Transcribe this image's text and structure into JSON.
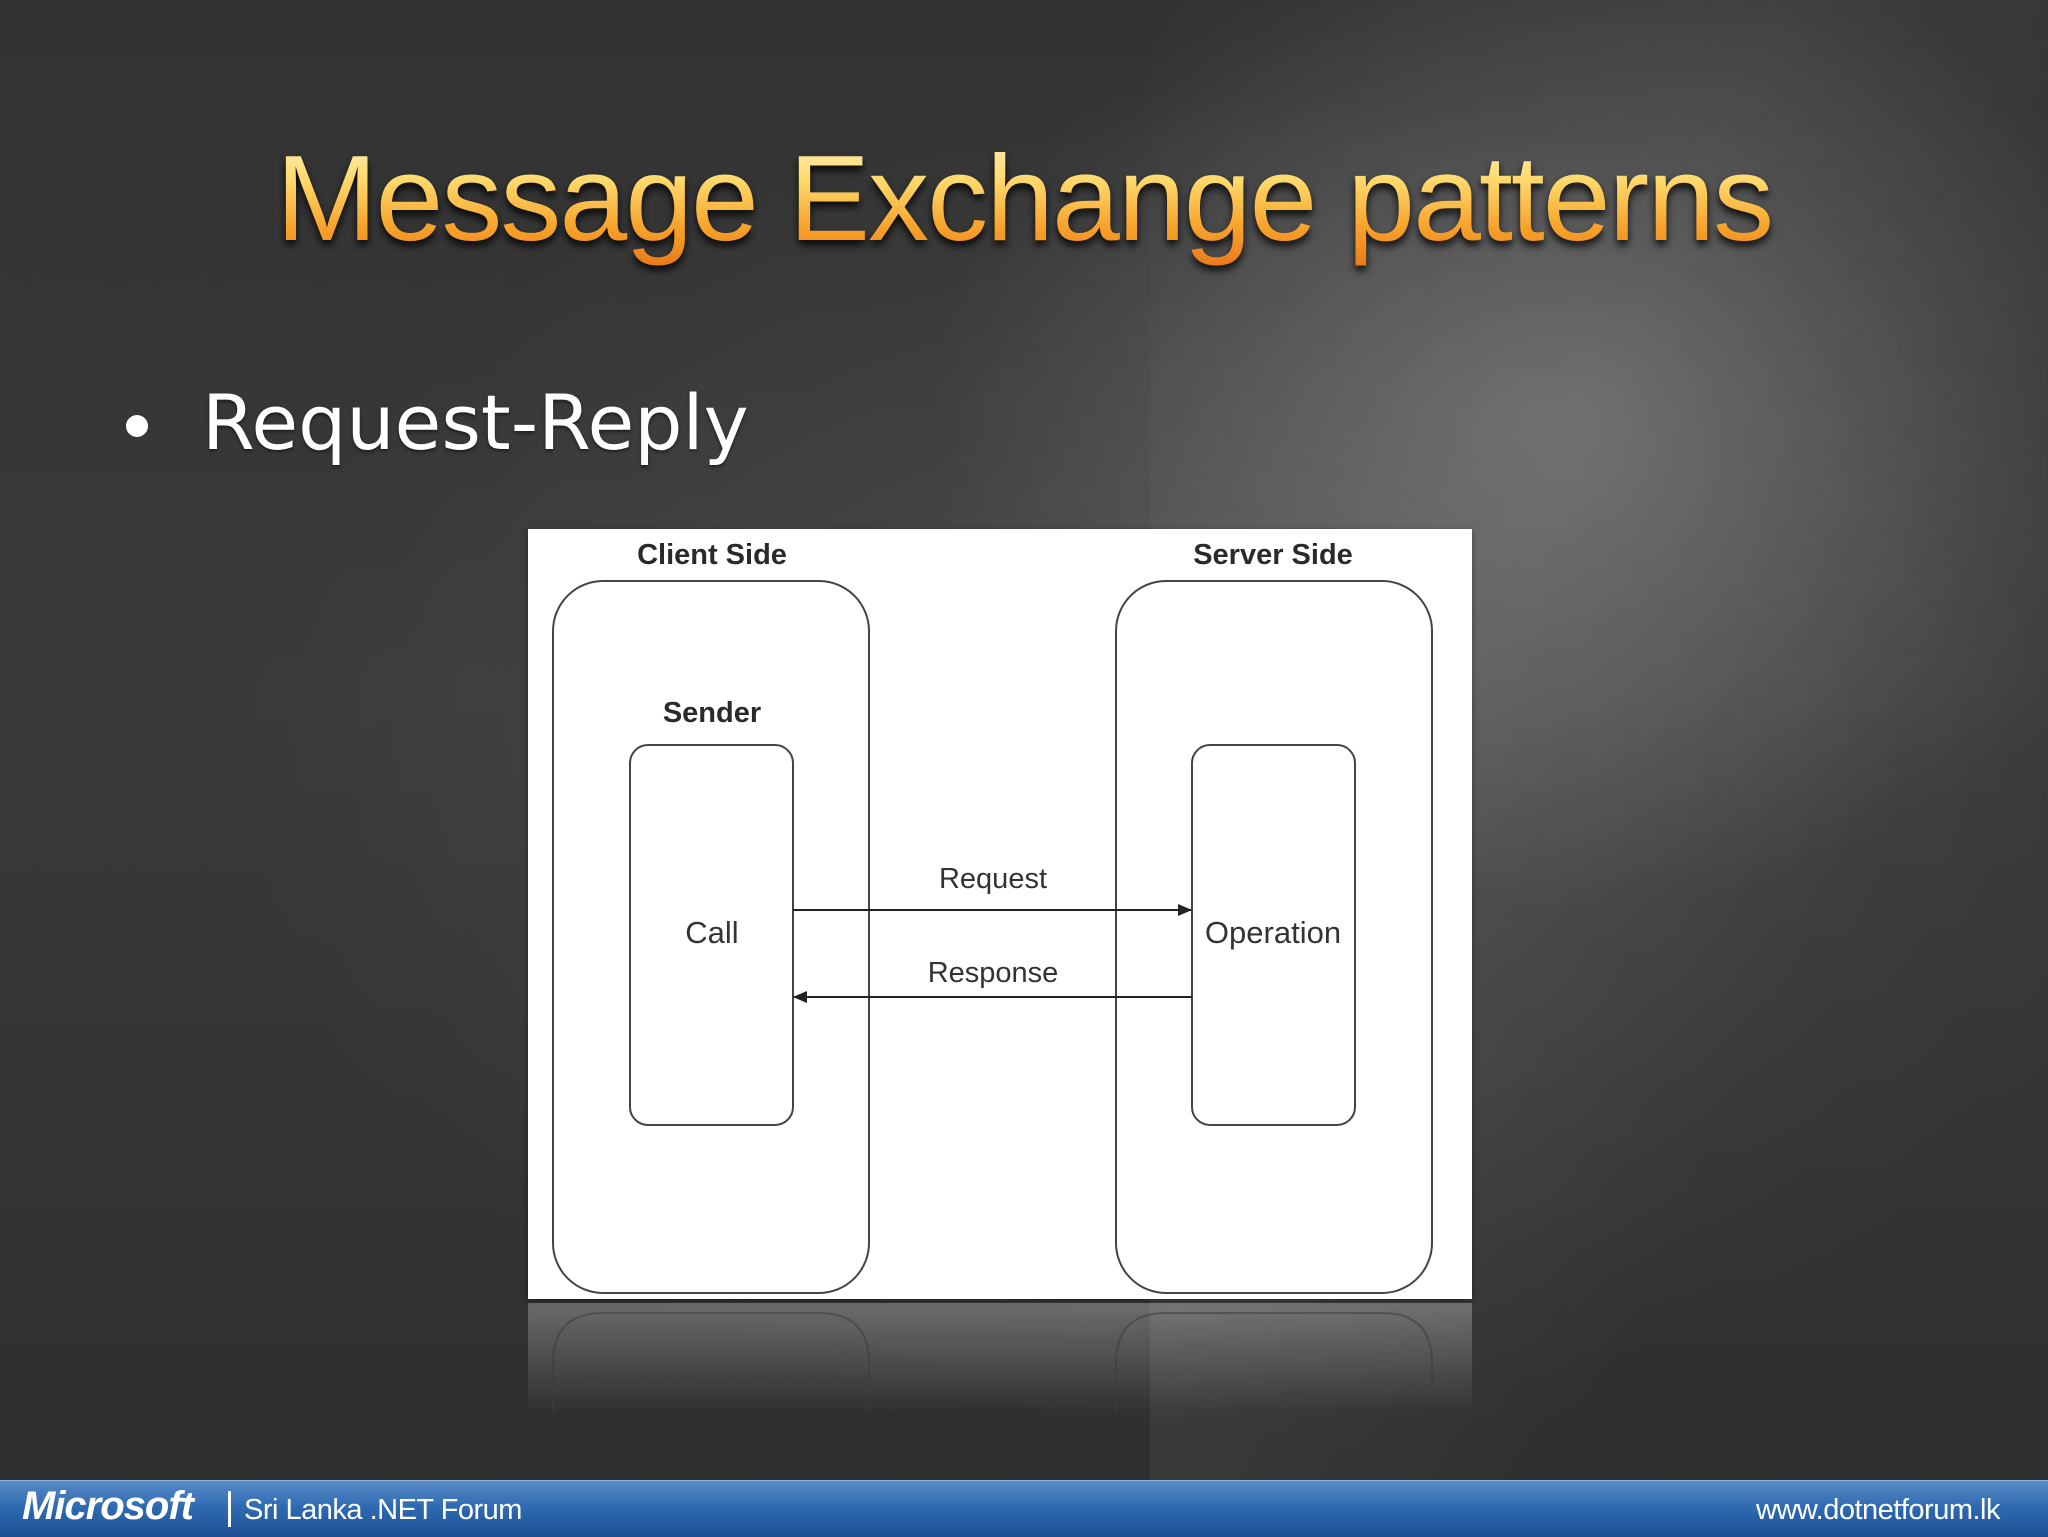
{
  "slide": {
    "title": "Message Exchange patterns",
    "bullet": "Request-Reply"
  },
  "diagram": {
    "client_label": "Client Side",
    "server_label": "Server Side",
    "sender_label": "Sender",
    "call_label": "Call",
    "operation_label": "Operation",
    "request_label": "Request",
    "response_label": "Response"
  },
  "footer": {
    "brand": "Microsoft",
    "forum": "Sri Lanka .NET Forum",
    "url": "www.dotnetforum.lk"
  },
  "colors": {
    "title_gold": "#f7a12a",
    "footer_blue": "#2f6bb2"
  }
}
